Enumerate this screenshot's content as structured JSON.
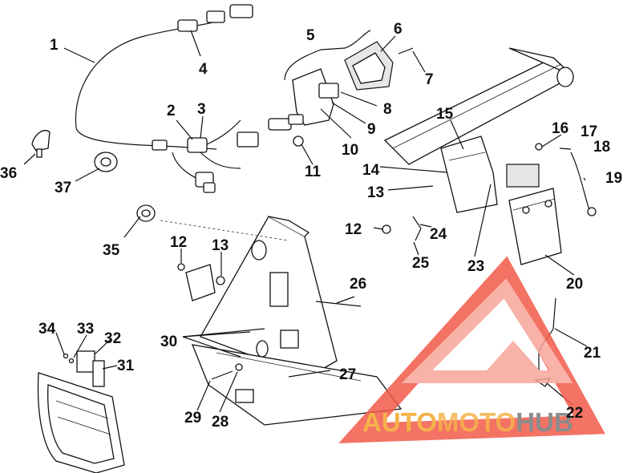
{
  "callouts": [
    "1",
    "2",
    "3",
    "4",
    "5",
    "6",
    "7",
    "8",
    "9",
    "10",
    "11",
    "12",
    "13",
    "14",
    "15",
    "16",
    "17",
    "18",
    "19",
    "20",
    "21",
    "22",
    "23",
    "24",
    "25",
    "26",
    "27",
    "28",
    "29",
    "30",
    "31",
    "32",
    "33",
    "34",
    "35",
    "36",
    "37",
    "12",
    "13"
  ],
  "watermark": {
    "part1": "AUTO",
    "part2": "MOTO",
    "part3": "HUB",
    "colors": {
      "red": "#f15a4a",
      "light_red": "#f7a59a",
      "orange": "#f6b24a",
      "gray": "#8c8c8c"
    }
  }
}
